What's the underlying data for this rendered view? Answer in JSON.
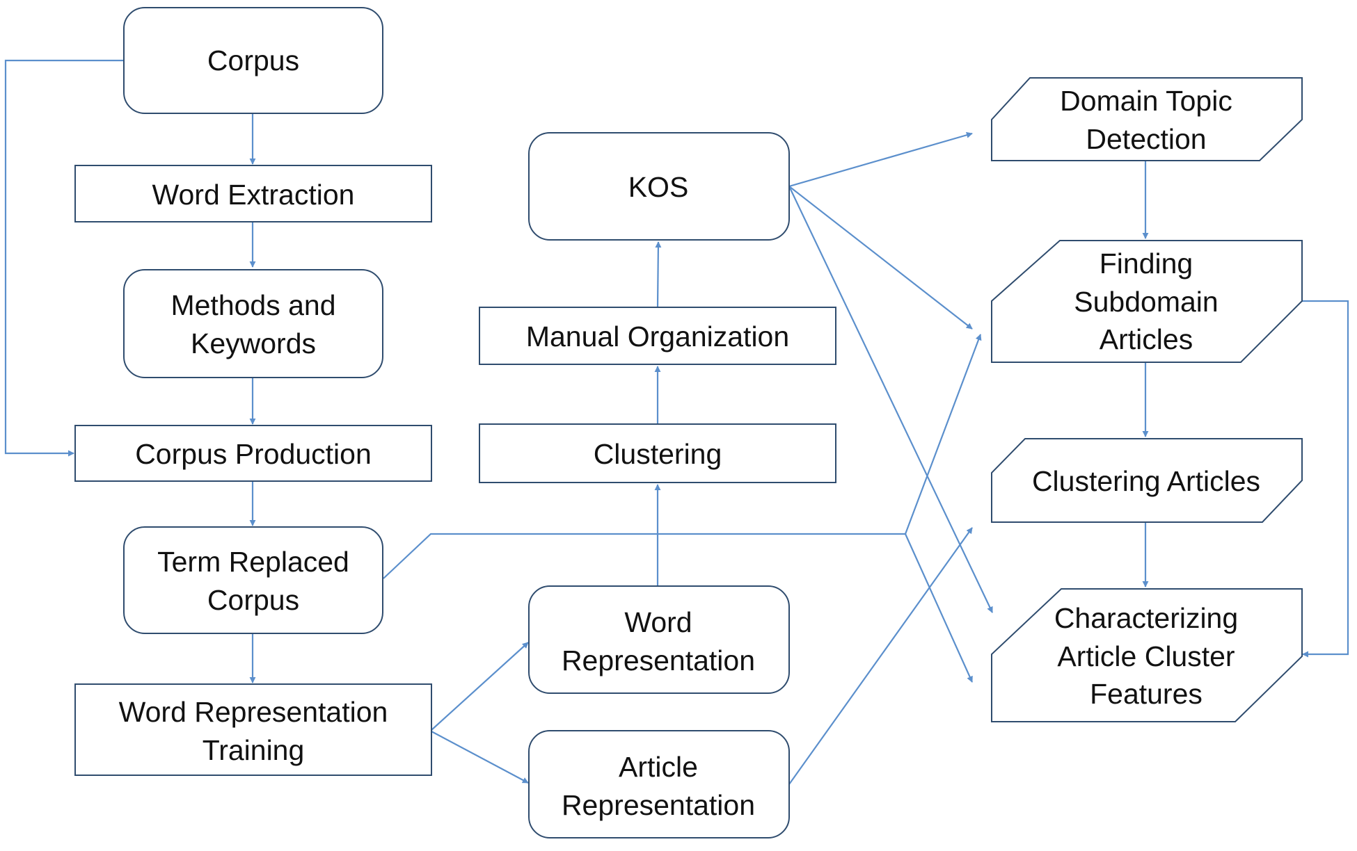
{
  "nodes": {
    "corpus": "Corpus",
    "word_extraction": "Word Extraction",
    "methods_keywords": [
      "Methods and",
      "Keywords"
    ],
    "corpus_production": "Corpus Production",
    "term_replaced_corpus": [
      "Term Replaced",
      "Corpus"
    ],
    "word_representation_training": [
      "Word Representation",
      "Training"
    ],
    "kos": "KOS",
    "manual_organization": "Manual Organization",
    "clustering": "Clustering",
    "word_representation": [
      "Word",
      "Representation"
    ],
    "article_representation": [
      "Article",
      "Representation"
    ],
    "domain_topic_detection": [
      "Domain Topic",
      "Detection"
    ],
    "finding_subdomain_articles": [
      "Finding",
      "Subdomain",
      "Articles"
    ],
    "clustering_articles": "Clustering Articles",
    "characterizing_article_cluster_features": [
      "Characterizing",
      "Article Cluster",
      "Features"
    ]
  },
  "colors": {
    "box_stroke": "#2f4c6e",
    "arrow": "#5b8fcc",
    "text": "#111111"
  }
}
